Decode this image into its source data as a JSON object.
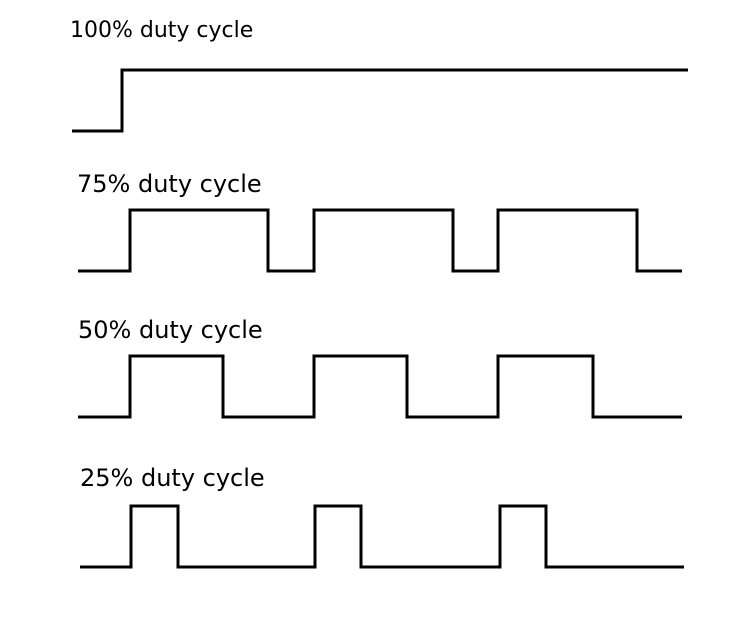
{
  "diagram": {
    "waveforms": [
      {
        "id": "duty-100",
        "label": "100% duty cycle",
        "duty_cycle_percent": 100
      },
      {
        "id": "duty-75",
        "label": "75% duty cycle",
        "duty_cycle_percent": 75
      },
      {
        "id": "duty-50",
        "label": "50% duty cycle",
        "duty_cycle_percent": 50
      },
      {
        "id": "duty-25",
        "label": "25% duty cycle",
        "duty_cycle_percent": 25
      }
    ],
    "colors": {
      "line": "#000000",
      "background": "#ffffff"
    }
  }
}
